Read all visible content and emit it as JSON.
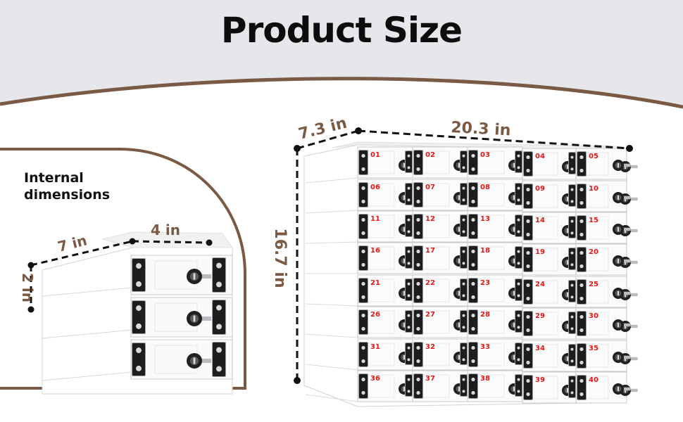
{
  "title": "Product Size",
  "inset": {
    "label_line1": "Internal",
    "label_line2": "dimensions",
    "depth": "7 in",
    "width": "4 in",
    "height": "2 in",
    "rows": 3
  },
  "cabinet": {
    "depth": "7.3 in",
    "width": "20.3 in",
    "height": "16.7 in",
    "rows": 8,
    "columns": 5,
    "door_numbers": [
      "01",
      "02",
      "03",
      "04",
      "05",
      "06",
      "07",
      "08",
      "09",
      "10",
      "11",
      "12",
      "13",
      "14",
      "15",
      "16",
      "17",
      "18",
      "19",
      "20",
      "21",
      "22",
      "23",
      "24",
      "25",
      "26",
      "27",
      "28",
      "29",
      "30",
      "31",
      "32",
      "33",
      "34",
      "35",
      "36",
      "37",
      "38",
      "39",
      "40"
    ]
  },
  "colors": {
    "header_bg": "#e6e7eb",
    "accent_brown": "#7a5a44",
    "number_red": "#e01818",
    "title_text": "#0d0d0d"
  },
  "icons": [
    "lock-icon",
    "hinge-icon",
    "dimension-line-icon"
  ]
}
